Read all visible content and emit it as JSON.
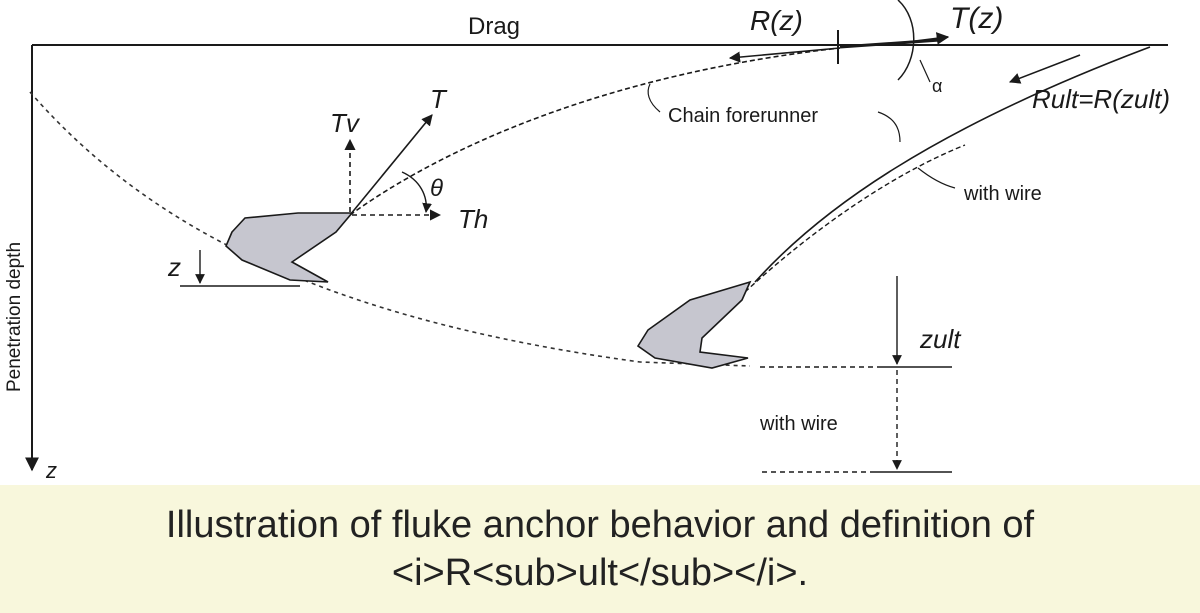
{
  "diagram": {
    "labels": {
      "drag": "Drag",
      "r_z": "R(z)",
      "t_z": "T(z)",
      "alpha": "α",
      "r_ult": "Rult=R(zult)",
      "chain_forerunner": "Chain forerunner",
      "with_wire_upper": "with wire",
      "t": "T",
      "t_v": "Tv",
      "t_h": "Th",
      "theta": "θ",
      "z_small": "z",
      "z_ult": "zult",
      "with_wire_lower": "with wire",
      "penetration_depth": "Penetration depth",
      "z_axis": "z"
    }
  },
  "caption": {
    "line1": "Illustration of fluke anchor behavior and definition of",
    "line2": "<i>R<sub>ult</sub></i>."
  },
  "colors": {
    "ink": "#1a1a1a",
    "anchor_fill": "#c6c6cf",
    "caption_bg": "#f8f7dc"
  }
}
